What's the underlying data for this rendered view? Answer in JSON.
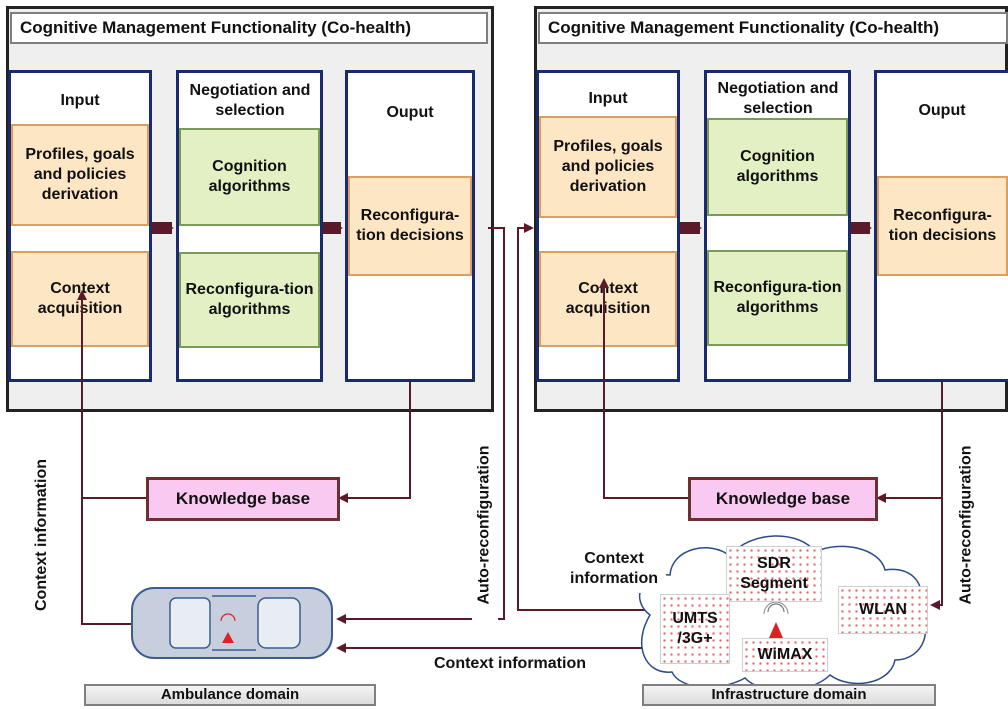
{
  "left_panel": {
    "title": "Cognitive Management Functionality (Co-health)",
    "input_header": "Input",
    "profiles": "Profiles, goals and policies derivation",
    "context_acq": "Context acquisition",
    "nego_header": "Negotiation and selection",
    "cognition": "Cognition algorithms",
    "reconf_alg": "Reconfigura-tion algorithms",
    "output_header": "Ouput",
    "decisions": "Reconfigura-tion decisions"
  },
  "right_panel": {
    "title": "Cognitive Management Functionality (Co-health)",
    "input_header": "Input",
    "profiles": "Profiles, goals and policies derivation",
    "context_acq": "Context acquisition",
    "nego_header": "Negotiation and selection",
    "cognition": "Cognition algorithms",
    "reconf_alg": "Reconfigura-tion algorithms",
    "output_header": "Ouput",
    "decisions": "Reconfigura-tion decisions"
  },
  "knowledge_base": "Knowledge base",
  "context_information": "Context information",
  "auto_reconfiguration": "Auto-reconfiguration",
  "auto_reconfiguration_right": "Auto-reconfiguration",
  "context_information_right": "Context information",
  "context_information_bottom": "Context information",
  "network": {
    "sdr": "SDR Segment",
    "umts": "UMTS /3G+",
    "wimax": "WiMAX",
    "wlan": "WLAN"
  },
  "ambulance_domain": "Ambulance domain",
  "infrastructure_domain": "Infrastructure domain",
  "colors": {
    "arrow": "#5a1a2a",
    "column_border": "#1a2a6e",
    "orange_fill": "#fde6c4",
    "green_fill": "#e2f0c3",
    "kb_fill": "#f9c9f1"
  }
}
